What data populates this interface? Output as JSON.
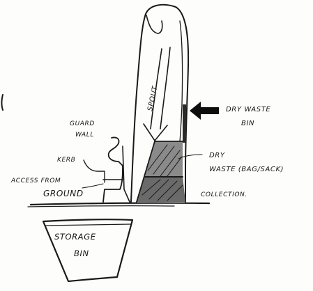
{
  "diagram": {
    "labels": {
      "chute_annotation": "SPOUT",
      "dry_waste_bin_line1": "DRY WASTE",
      "dry_waste_bin_line2": "BIN",
      "guard_wall_line1": "GUARD",
      "guard_wall_line2": "WALL",
      "kerb": "KERB",
      "access_line1": "ACCESS FROM",
      "access_line2": "GROUND",
      "dry_waste_line1": "DRY",
      "dry_waste_line2": "WASTE (BAG/SACK)",
      "collection": "COLLECTION.",
      "storage_bin_line1": "STORAGE",
      "storage_bin_line2": "BIN"
    },
    "colors": {
      "ink": "#1a1a1a",
      "fill_dark": "#5a5a5a",
      "fill_mid": "#9a9a9a",
      "fill_light": "#d6d6d6"
    }
  }
}
